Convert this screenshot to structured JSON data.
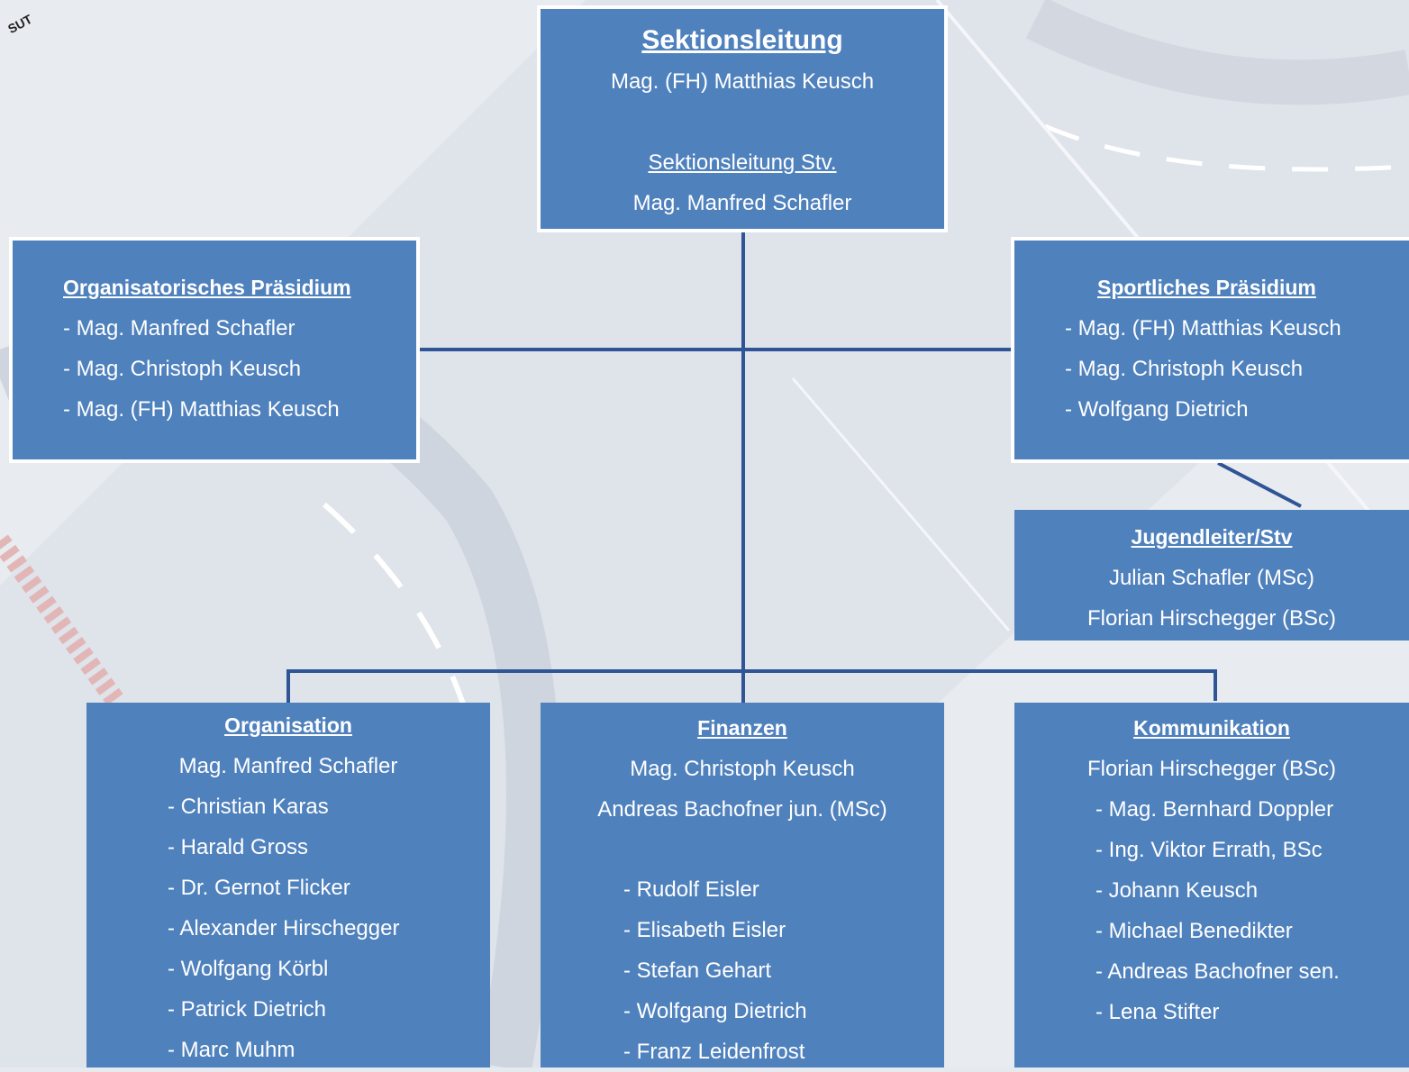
{
  "corner_stamp": "SUT",
  "colors": {
    "box_fill": "#4f81bd",
    "box_border": "#ffffff",
    "connector": "#2f5597",
    "text": "#ffffff"
  },
  "boxes": {
    "sektionsleitung": {
      "title": "Sektionsleitung",
      "name": "Mag. (FH) Matthias Keusch",
      "stv_label": "Sektionsleitung Stv.",
      "stv_name": "Mag. Manfred Schafler"
    },
    "organisatorisches": {
      "title": "Organisatorisches Präsidium",
      "members": [
        "- Mag. Manfred Schafler",
        "- Mag. Christoph Keusch",
        "- Mag. (FH) Matthias Keusch"
      ]
    },
    "sportliches": {
      "title": "Sportliches Präsidium",
      "members": [
        "- Mag. (FH) Matthias Keusch",
        "- Mag. Christoph Keusch",
        "- Wolfgang Dietrich"
      ]
    },
    "jugend": {
      "title": "Jugendleiter/Stv",
      "members": [
        "Julian Schafler (MSc)",
        "Florian Hirschegger (BSc)"
      ]
    },
    "organisation": {
      "title": "Organisation",
      "lead": "Mag. Manfred Schafler",
      "members": [
        "- Christian Karas",
        "- Harald Gross",
        "- Dr. Gernot Flicker",
        "- Alexander Hirschegger",
        "- Wolfgang Körbl",
        "- Patrick Dietrich",
        "- Marc Muhm"
      ]
    },
    "finanzen": {
      "title": "Finanzen",
      "leads": [
        "Mag. Christoph Keusch",
        "Andreas Bachofner jun. (MSc)"
      ],
      "members": [
        "- Rudolf Eisler",
        "- Elisabeth Eisler",
        "- Stefan Gehart",
        "- Wolfgang Dietrich",
        "- Franz Leidenfrost"
      ]
    },
    "kommunikation": {
      "title": "Kommunikation",
      "lead": "Florian Hirschegger (BSc)",
      "members": [
        "- Mag. Bernhard Doppler",
        "- Ing. Viktor Errath, BSc",
        "- Johann Keusch",
        "- Michael Benedikter",
        "- Andreas Bachofner sen.",
        "- Lena Stifter"
      ]
    }
  }
}
